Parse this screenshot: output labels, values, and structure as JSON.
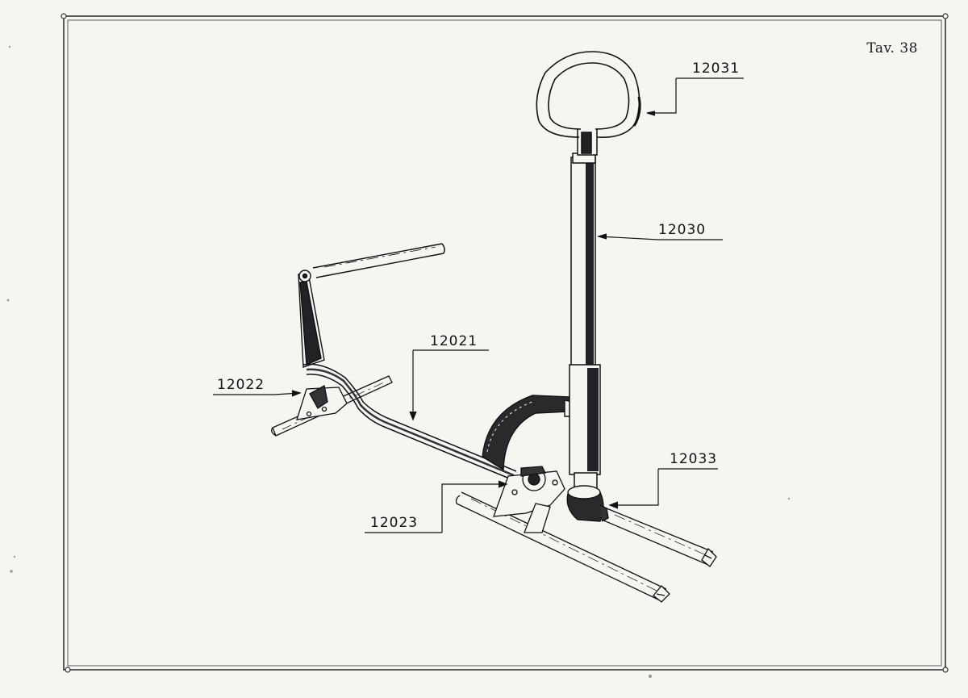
{
  "plate": {
    "number_label": "Tav. 38"
  },
  "callouts": [
    {
      "id": "12031",
      "label": "12031"
    },
    {
      "id": "12030",
      "label": "12030"
    },
    {
      "id": "12021",
      "label": "12021"
    },
    {
      "id": "12022",
      "label": "12022"
    },
    {
      "id": "12033",
      "label": "12033"
    },
    {
      "id": "12023",
      "label": "12023"
    }
  ],
  "colors": {
    "paper": "#f6f5f2",
    "ink": "#111111",
    "frame": "#333333"
  }
}
